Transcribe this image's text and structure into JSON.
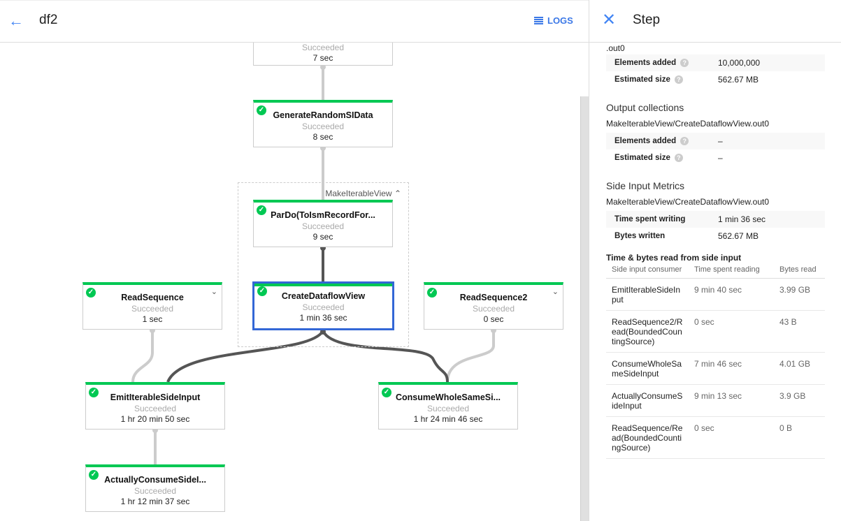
{
  "header": {
    "back_icon": "arrow-left-icon",
    "title": "df2",
    "logs_icon": "menu-lines-icon",
    "logs_label": "LOGS"
  },
  "colors": {
    "success": "#00c853",
    "accent": "#4285f4",
    "selected": "#3367d6"
  },
  "graph": {
    "group_label": "MakeIterableView",
    "nodes": [
      {
        "name": "",
        "status": "Succeeded",
        "duration": "7 sec"
      },
      {
        "name": "GenerateRandomSIData",
        "status": "Succeeded",
        "duration": "8 sec"
      },
      {
        "name": "ParDo(ToIsmRecordFor...",
        "status": "Succeeded",
        "duration": "9 sec"
      },
      {
        "name": "CreateDataflowView",
        "status": "Succeeded",
        "duration": "1 min 36 sec"
      },
      {
        "name": "ReadSequence",
        "status": "Succeeded",
        "duration": "1 sec"
      },
      {
        "name": "ReadSequence2",
        "status": "Succeeded",
        "duration": "0 sec"
      },
      {
        "name": "EmitIterableSideInput",
        "status": "Succeeded",
        "duration": "1 hr 20 min 50 sec"
      },
      {
        "name": "ConsumeWholeSameSi...",
        "status": "Succeeded",
        "duration": "1 hr 24 min 46 sec"
      },
      {
        "name": "ActuallyConsumeSideI...",
        "status": "Succeeded",
        "duration": "1 hr 12 min 37 sec"
      }
    ]
  },
  "panel": {
    "close_icon": "close-icon",
    "title": "Step",
    "input_path_tail": ".out0",
    "input_metrics": [
      {
        "label": "Elements added",
        "value": "10,000,000"
      },
      {
        "label": "Estimated size",
        "value": "562.67 MB"
      }
    ],
    "output_title": "Output collections",
    "output_path": "MakeIterableView/CreateDataflowView.out0",
    "output_metrics": [
      {
        "label": "Elements added",
        "value": "–"
      },
      {
        "label": "Estimated size",
        "value": "–"
      }
    ],
    "side_title": "Side Input Metrics",
    "side_path": "MakeIterableView/CreateDataflowView.out0",
    "side_metrics": [
      {
        "label": "Time spent writing",
        "value": "1 min 36 sec"
      },
      {
        "label": "Bytes written",
        "value": "562.67 MB"
      }
    ],
    "read_title": "Time & bytes read from side input",
    "columns": [
      "Side input consumer",
      "Time spent reading",
      "Bytes read"
    ],
    "rows": [
      [
        "EmitIterableSideInput",
        "9 min 40 sec",
        "3.99 GB"
      ],
      [
        "ReadSequence2/Read(BoundedCountingSource)",
        "0 sec",
        "43 B"
      ],
      [
        "ConsumeWholeSameSideInput",
        "7 min 46 sec",
        "4.01 GB"
      ],
      [
        "ActuallyConsumeSideInput",
        "9 min 13 sec",
        "3.9 GB"
      ],
      [
        "ReadSequence/Read(BoundedCountingSource)",
        "0 sec",
        "0 B"
      ]
    ]
  }
}
